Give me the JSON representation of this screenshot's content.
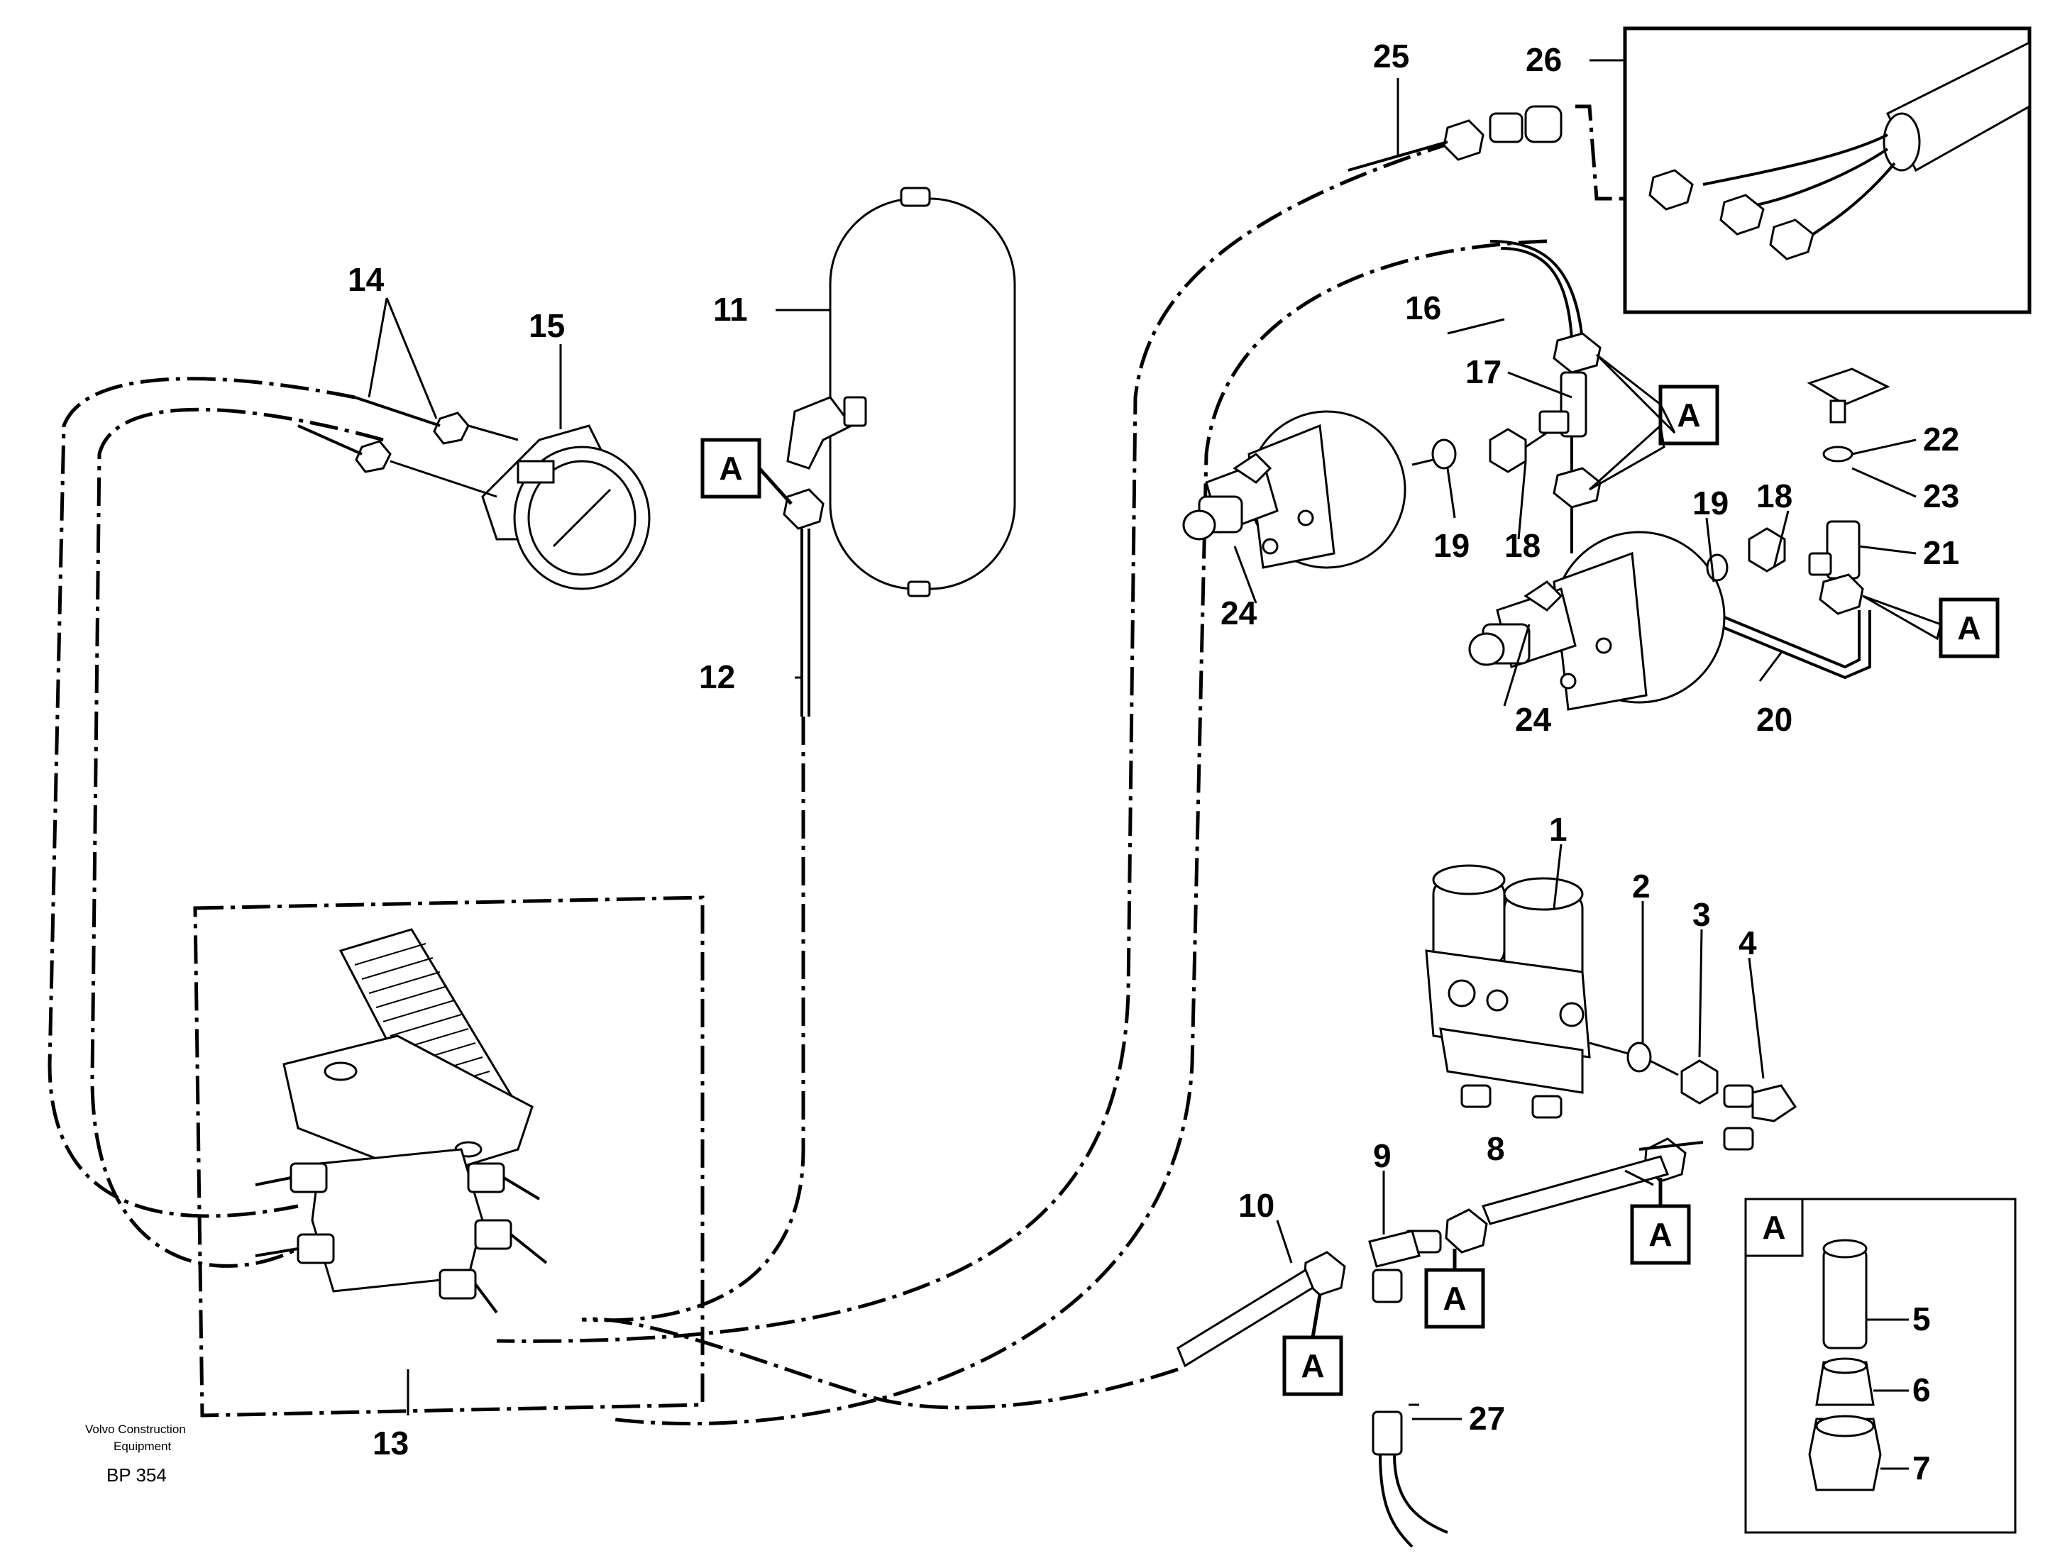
{
  "callouts": [
    "1",
    "2",
    "3",
    "4",
    "5",
    "6",
    "7",
    "8",
    "9",
    "10",
    "11",
    "12",
    "13",
    "14",
    "15",
    "16",
    "17",
    "18",
    "18",
    "19",
    "19",
    "20",
    "21",
    "22",
    "23",
    "24",
    "24",
    "25",
    "26",
    "27"
  ],
  "detail_ref": "A",
  "footer": {
    "company_line1": "Volvo Construction",
    "company_line2": "Equipment",
    "code": "BP 354"
  }
}
